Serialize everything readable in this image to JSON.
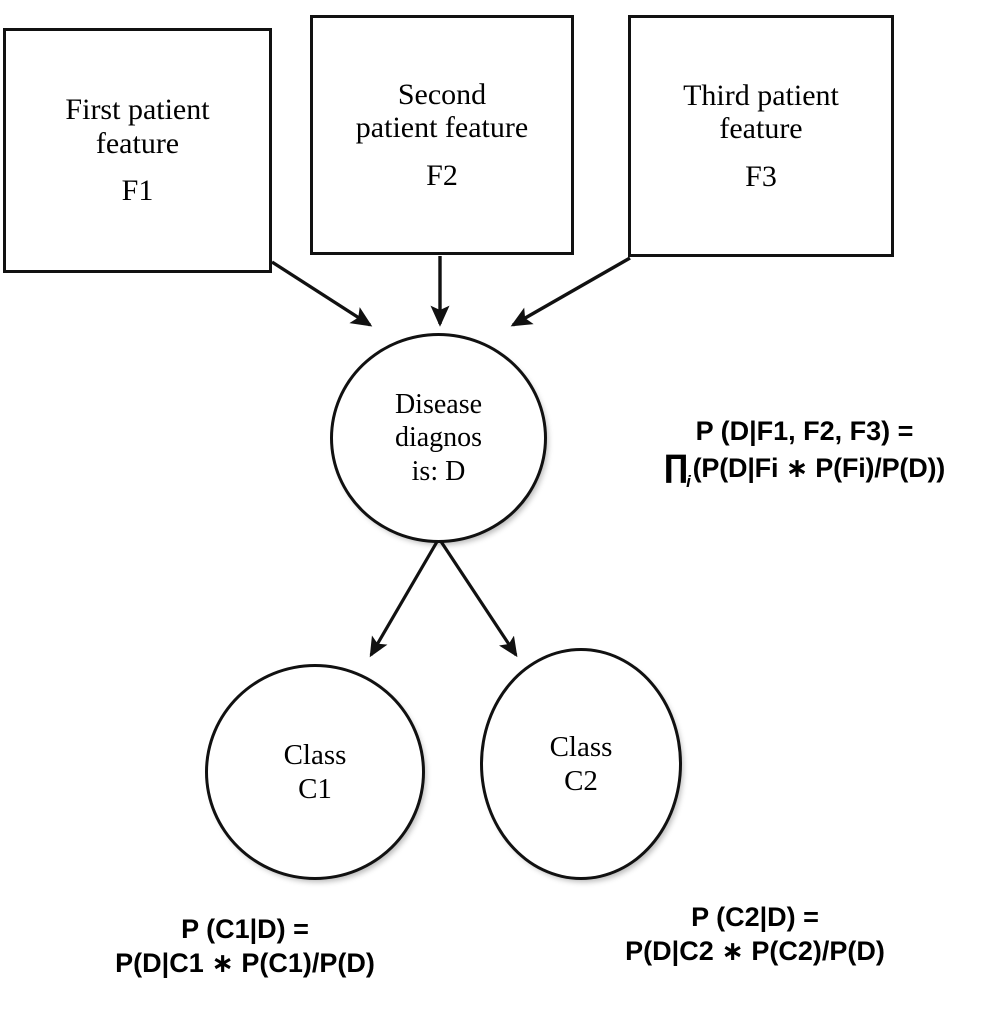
{
  "diagram": {
    "title": "Naive Bayes disease diagnosis diagram",
    "background_color": "#ffffff",
    "stroke_color": "#111111",
    "text_color": "#000000"
  },
  "feature_boxes": [
    {
      "id": "F1",
      "title": "First patient\nfeature",
      "title_line1": "First patient",
      "title_line2": "feature",
      "code": "F1"
    },
    {
      "id": "F2",
      "title": "Second\npatient feature",
      "title_line1": "Second",
      "title_line2": "patient feature",
      "code": "F2"
    },
    {
      "id": "F3",
      "title": "Third patient\nfeature",
      "title_line1": "Third patient",
      "title_line2": "feature",
      "code": "F3"
    }
  ],
  "nodes": {
    "disease": {
      "line1": "Disease",
      "line2": "diagnos",
      "line3": "is: D"
    },
    "class1": {
      "line1": "Class",
      "line2": "C1"
    },
    "class2": {
      "line1": "Class",
      "line2": "C2"
    }
  },
  "formulas": {
    "main": {
      "line1": "P (D|F1, F2, F3) =",
      "product_symbol": "∏",
      "product_index": "i",
      "line2_rest": "(P(D|Fi ∗ P(Fi)/P(D))",
      "line2_full": "∏i(P(D|Fi ∗ P(Fi)/P(D))"
    },
    "class1": {
      "line1": "P (C1|D) =",
      "line2": "P(D|C1 ∗ P(C1)/P(D)"
    },
    "class2": {
      "line1": "P (C2|D) =",
      "line2": "P(D|C2 ∗ P(C2)/P(D)"
    }
  },
  "edges": [
    {
      "from": "F1",
      "to": "disease",
      "style": "arrow"
    },
    {
      "from": "F2",
      "to": "disease",
      "style": "arrow"
    },
    {
      "from": "F3",
      "to": "disease",
      "style": "arrow"
    },
    {
      "from": "disease",
      "to": "class1",
      "style": "arrow"
    },
    {
      "from": "disease",
      "to": "class2",
      "style": "arrow"
    }
  ]
}
